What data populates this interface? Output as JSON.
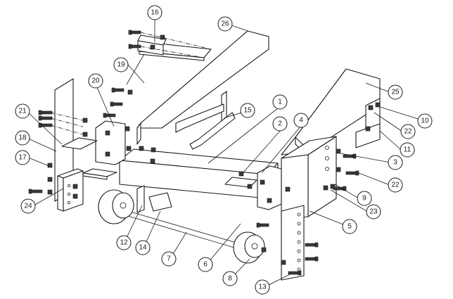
{
  "callouts": [
    {
      "id": "1",
      "label": "1"
    },
    {
      "id": "2",
      "label": "2"
    },
    {
      "id": "3",
      "label": "3"
    },
    {
      "id": "4",
      "label": "4"
    },
    {
      "id": "5",
      "label": "5"
    },
    {
      "id": "6",
      "label": "6"
    },
    {
      "id": "7",
      "label": "7"
    },
    {
      "id": "8",
      "label": "8"
    },
    {
      "id": "9",
      "label": "9"
    },
    {
      "id": "10",
      "label": "10"
    },
    {
      "id": "11",
      "label": "11"
    },
    {
      "id": "12",
      "label": "12"
    },
    {
      "id": "13",
      "label": "13"
    },
    {
      "id": "14",
      "label": "14"
    },
    {
      "id": "15",
      "label": "15"
    },
    {
      "id": "16",
      "label": "16"
    },
    {
      "id": "17",
      "label": "17"
    },
    {
      "id": "18",
      "label": "18"
    },
    {
      "id": "19",
      "label": "19"
    },
    {
      "id": "20",
      "label": "20"
    },
    {
      "id": "21",
      "label": "21"
    },
    {
      "id": "22a",
      "label": "22"
    },
    {
      "id": "22b",
      "label": "22"
    },
    {
      "id": "23",
      "label": "23"
    },
    {
      "id": "24",
      "label": "24"
    },
    {
      "id": "25",
      "label": "25"
    },
    {
      "id": "26",
      "label": "26"
    }
  ]
}
